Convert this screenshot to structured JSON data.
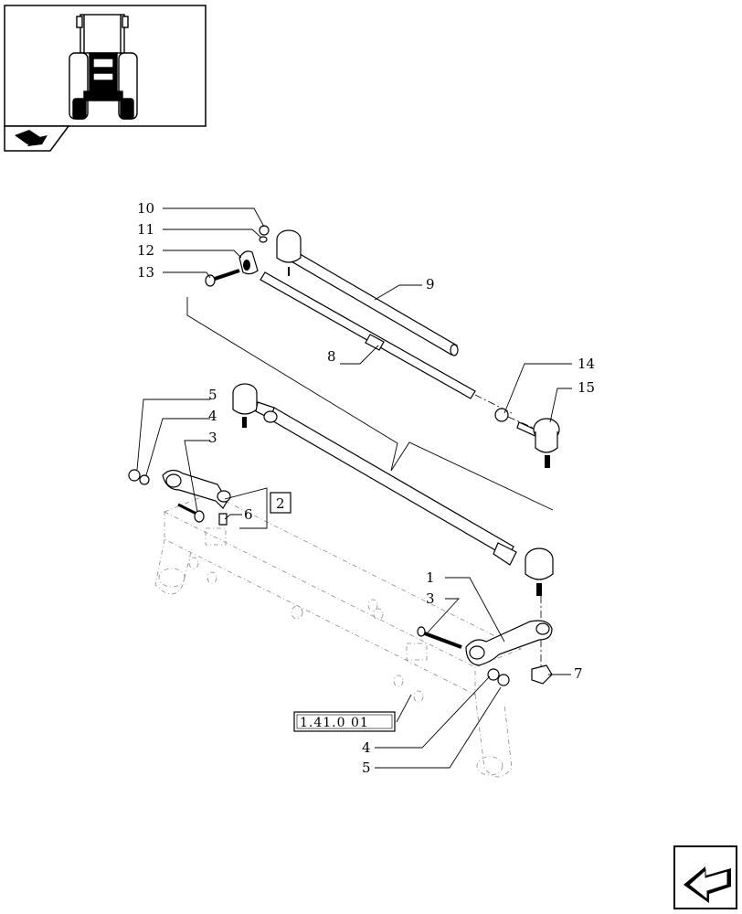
{
  "callouts": {
    "c10": "10",
    "c11": "11",
    "c12": "12",
    "c13": "13",
    "c9": "9",
    "c8": "8",
    "c14": "14",
    "c15": "15",
    "c5_top": "5",
    "c4_top": "4",
    "c3_top": "3",
    "c2_box": "2",
    "c6": "6",
    "c1": "1",
    "c3_mid": "3",
    "c7": "7",
    "c4_bottom": "4",
    "c5_bottom": "5"
  },
  "reference_box": "1.41.0 01",
  "icons": {
    "thumbnail": "tractor-front-view-icon",
    "section_tab": "steering-section-icon",
    "nav": "previous-page-arrow-icon"
  }
}
